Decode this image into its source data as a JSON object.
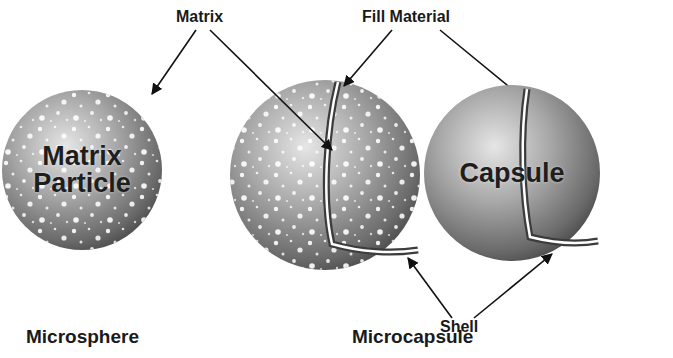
{
  "diagram": {
    "nodes": [
      {
        "text": [
          "Matrix Particle"
        ]
      },
      {
        "text": [
          "Capsule"
        ]
      }
    ],
    "labels": [
      "Matrix",
      "Fill Material",
      "Shell",
      "Microsphere",
      "Microcapsule"
    ]
  }
}
